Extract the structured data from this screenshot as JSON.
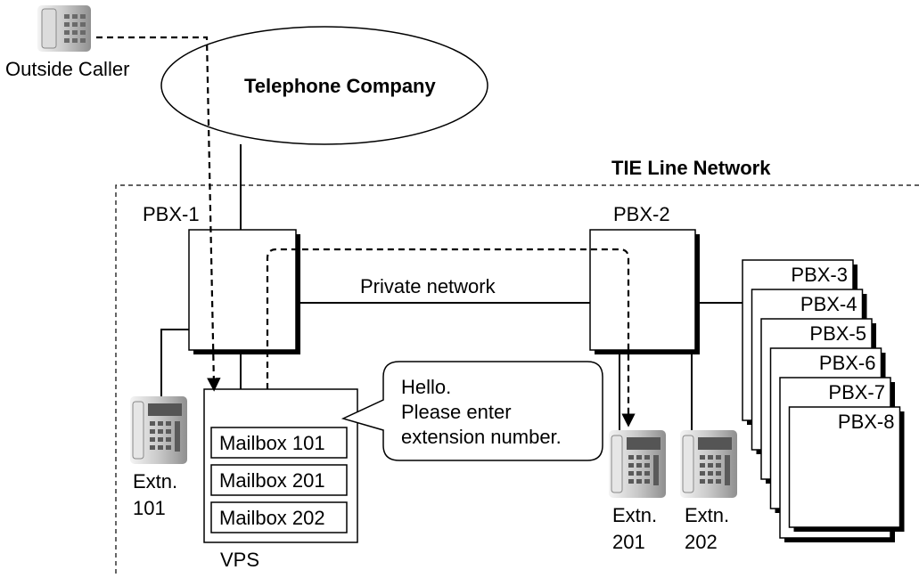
{
  "labels": {
    "outside_caller": "Outside Caller",
    "telephone_company": "Telephone Company",
    "tie_line_network": "TIE Line Network",
    "pbx1": "PBX-1",
    "pbx2": "PBX-2",
    "private_network": "Private network",
    "vps": "VPS",
    "bubble_line1": "Hello.",
    "bubble_line2": "Please enter",
    "bubble_line3": "extension number.",
    "extn_word": "Extn.",
    "extn101": "101",
    "extn201": "201",
    "extn202": "202"
  },
  "mailboxes": [
    "Mailbox 101",
    "Mailbox 201",
    "Mailbox 202"
  ],
  "pbx_stack": [
    "PBX-3",
    "PBX-4",
    "PBX-5",
    "PBX-6",
    "PBX-7",
    "PBX-8"
  ]
}
